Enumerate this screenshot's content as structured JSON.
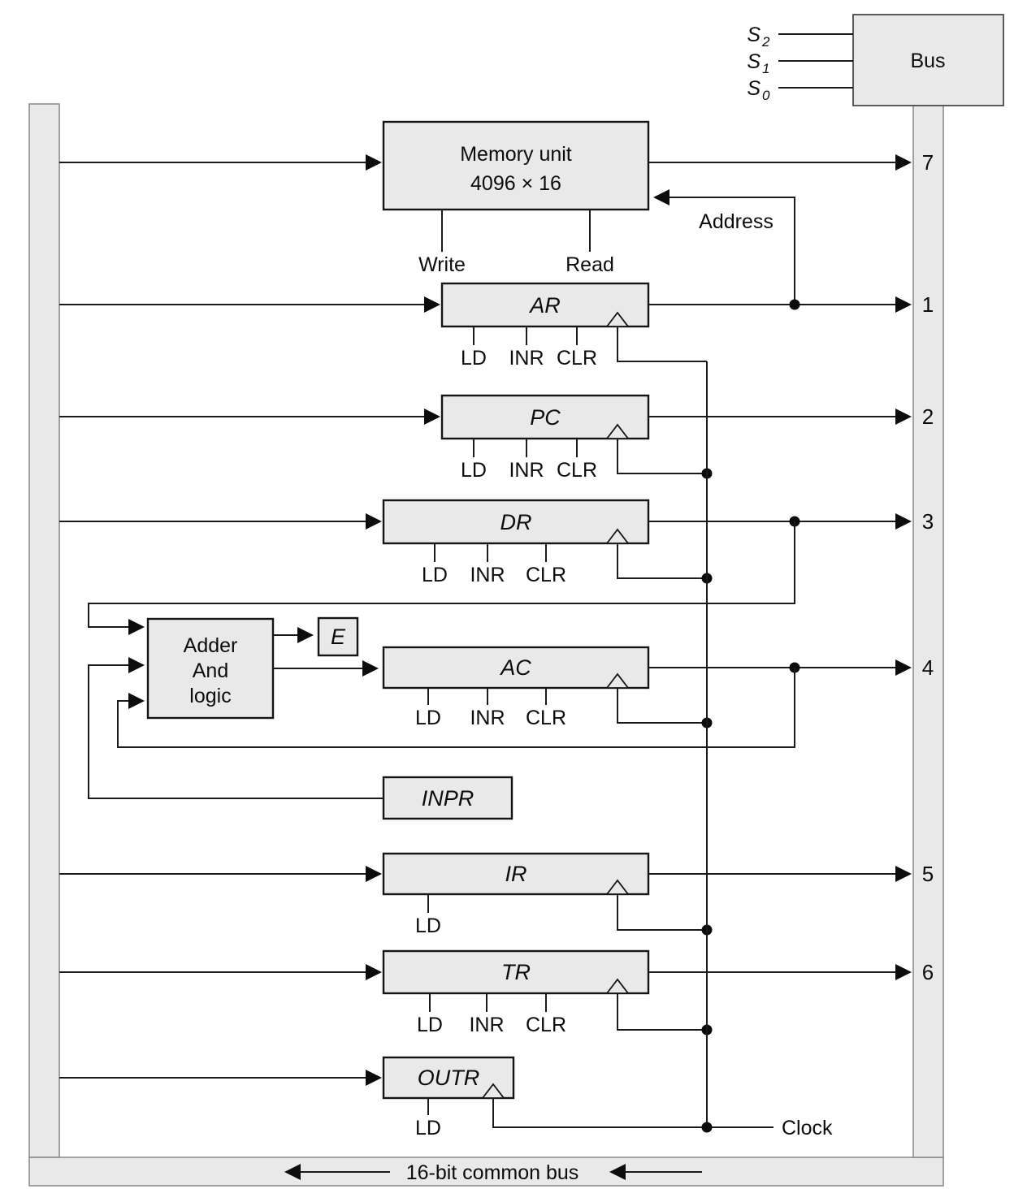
{
  "colors": {
    "line": "#1a1a1a",
    "box_fill": "#e9e9e9",
    "bus_fill": "#e9e9e9",
    "background": "#ffffff"
  },
  "bus": {
    "label": "Bus",
    "selects": [
      {
        "base": "S",
        "sub": "2"
      },
      {
        "base": "S",
        "sub": "1"
      },
      {
        "base": "S",
        "sub": "0"
      }
    ],
    "numbers": {
      "memory": "7",
      "ar": "1",
      "pc": "2",
      "dr": "3",
      "ac": "4",
      "ir": "5",
      "tr": "6"
    },
    "bottom_label": "16-bit common bus"
  },
  "memory": {
    "title": "Memory unit",
    "size": "4096 × 16",
    "write": "Write",
    "read": "Read",
    "address": "Address"
  },
  "registers": {
    "ar": "AR",
    "pc": "PC",
    "dr": "DR",
    "ac": "AC",
    "inpr": "INPR",
    "ir": "IR",
    "tr": "TR",
    "outr": "OUTR"
  },
  "controls": {
    "ld": "LD",
    "inr": "INR",
    "clr": "CLR"
  },
  "adder": {
    "line1": "Adder",
    "line2": "And",
    "line3": "logic",
    "e_label": "E"
  },
  "clock_label": "Clock"
}
